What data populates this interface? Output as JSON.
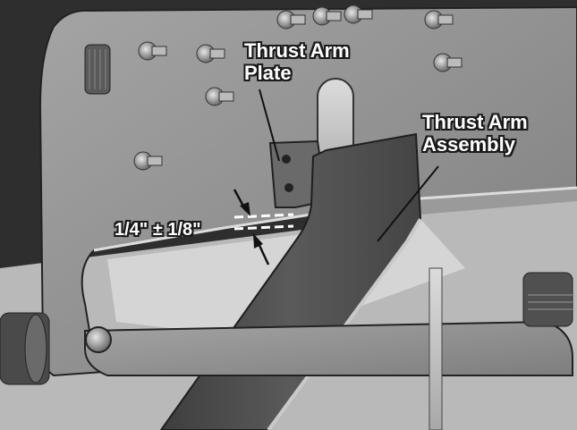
{
  "labels": {
    "thrust_arm_plate": {
      "line1": "Thrust Arm",
      "line2": "Plate"
    },
    "thrust_arm_assembly": {
      "line1": "Thrust Arm",
      "line2": "Assembly"
    },
    "gap_dimension": "1/4\" ± 1/8\""
  },
  "colors": {
    "frame_plate": "#8f8f8f",
    "dark_background": "#3a3a3a",
    "arm": "#505050",
    "light_parts": "#c8c8c8",
    "callout_text": "#ffffff",
    "leader_line": "#111111"
  }
}
